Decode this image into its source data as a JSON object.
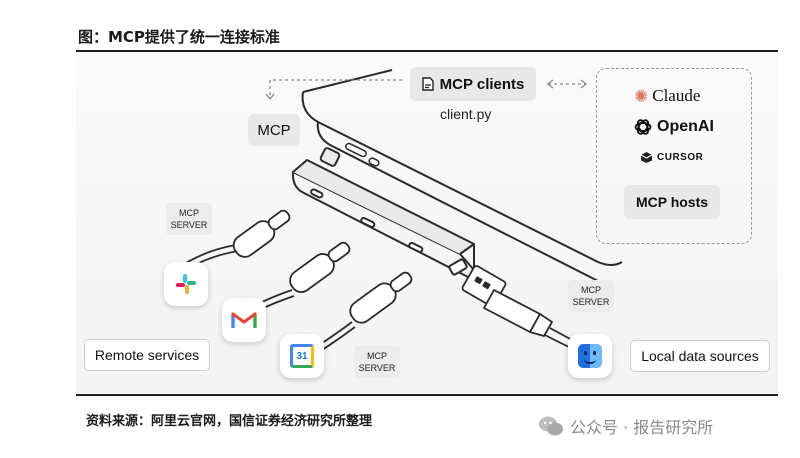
{
  "figure": {
    "title": "图：MCP提供了统一连接标准",
    "source": "资料来源：阿里云官网，国信证券经济研究所整理"
  },
  "diagram": {
    "mcp_label": "MCP",
    "clients": {
      "label": "MCP clients",
      "file": "client.py"
    },
    "hosts": {
      "apps": [
        "Claude",
        "OpenAI",
        "CURSOR"
      ],
      "label": "MCP hosts"
    },
    "server_tags": [
      {
        "line1": "MCP",
        "line2": "SERVER"
      },
      {
        "line1": "MCP",
        "line2": "SERVER"
      },
      {
        "line1": "MCP",
        "line2": "SERVER"
      }
    ],
    "remote_services_label": "Remote services",
    "local_sources_label": "Local data sources",
    "calendar_day": "31",
    "colors": {
      "claude_orange": "#d97757",
      "gmail_red": "#ea4335",
      "calendar_blue": "#4285f4",
      "finder_blue": "#2d8cf0"
    },
    "icons": [
      "file-icon",
      "claude-sparkle-icon",
      "openai-knot-icon",
      "cursor-cube-icon",
      "slack-icon",
      "gmail-icon",
      "calendar-icon",
      "finder-icon"
    ]
  },
  "watermark": {
    "text": "公众号 · 报告研究所"
  }
}
